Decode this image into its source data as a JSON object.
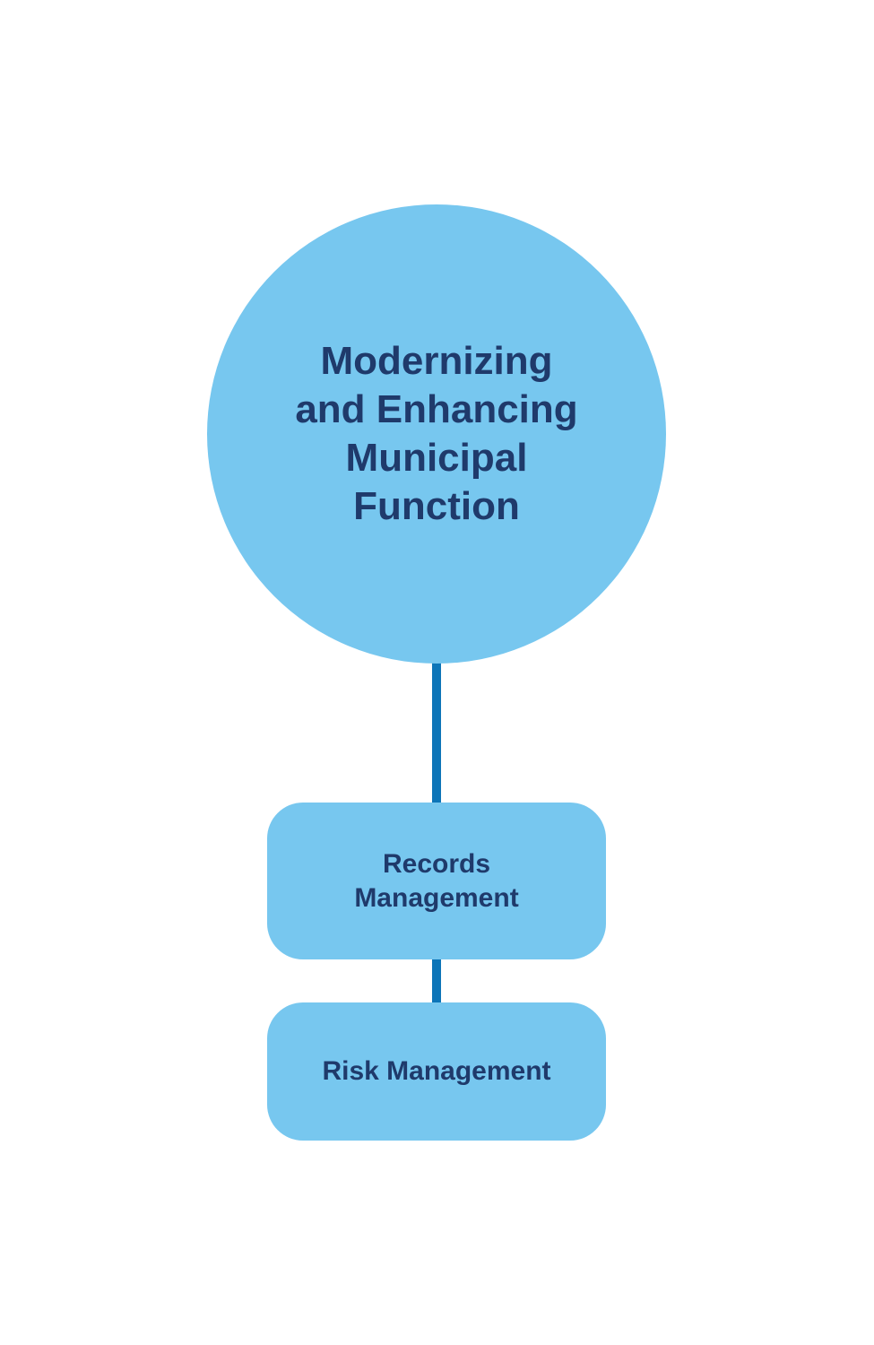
{
  "diagram": {
    "root": {
      "lines": [
        "Modernizing",
        "and Enhancing",
        "Municipal",
        "Function"
      ]
    },
    "children": [
      {
        "lines": [
          "Records",
          "Management"
        ]
      },
      {
        "lines": [
          "Risk Management"
        ]
      }
    ],
    "colors": {
      "node_fill": "#77c7ef",
      "text": "#1f3a6b",
      "connector": "#0d75b8",
      "background": "#ffffff"
    }
  }
}
